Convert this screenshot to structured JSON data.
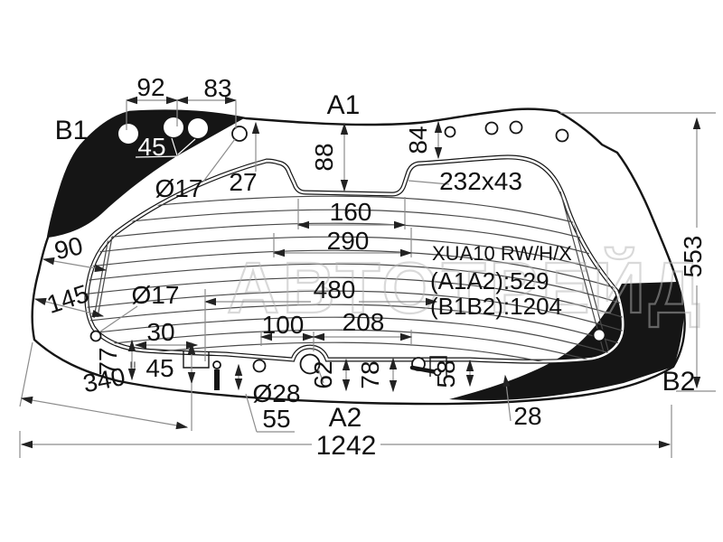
{
  "diagram": {
    "watermark": "АВТОТРЕЙД",
    "part_code": "XUA10 RW/H/X",
    "distance_a1a2": "(A1A2):529",
    "distance_b1b2": "(B1B2):1204",
    "markers": {
      "a1": "A1",
      "a2": "A2",
      "b1": "B1",
      "b2": "B2"
    },
    "dimensions": {
      "top_holes_span_left": "92",
      "top_holes_span_right": "83",
      "top_holes_offset": "45",
      "top_hole_diameter": "Ø17",
      "top_small_hole_offset": "27",
      "center_notch_depth": "88",
      "top_right_band": "84",
      "notch_size": "232x43",
      "notch_width_inner": "160",
      "notch_width_outer": "290",
      "left_edge_band": "90",
      "left_corner_band": "145",
      "bottom_left_hole_diameter": "Ø17",
      "bottom_left_hole_offset": "30",
      "heater_area_width": "480",
      "bottom_span_left": "100",
      "bottom_span_right": "208",
      "bottom_left_corner_height": "77",
      "equals_mark": "=",
      "bottom_left_tab_height": "45",
      "bottom_left_span": "340",
      "bottom_hole_diameter": "Ø28",
      "bottom_hole_offset": "55",
      "bottom_center_band": "62",
      "bottom_right_band": "78",
      "bottom_tab_height": "58",
      "bottom_right_edge_offset": "28",
      "glass_height": "553",
      "glass_width": "1242"
    }
  }
}
